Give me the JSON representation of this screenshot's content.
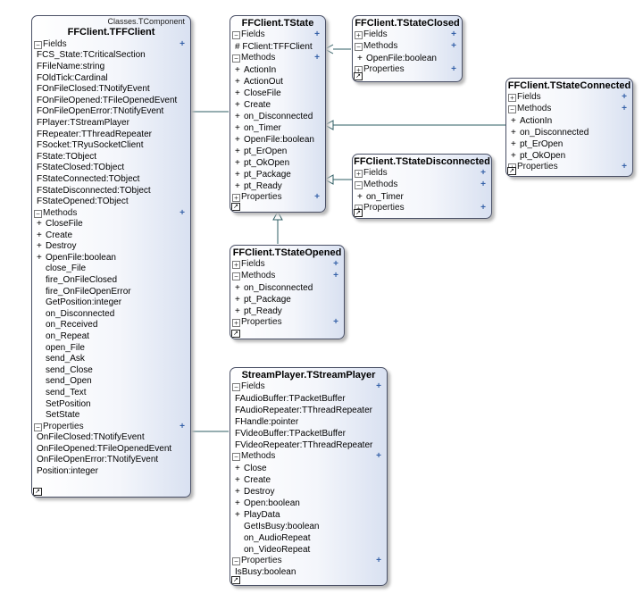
{
  "sections": {
    "fields": "Fields",
    "methods": "Methods",
    "properties": "Properties"
  },
  "icons": {
    "expand": "collapse-toggle-icon",
    "collapse": "expand-toggle-icon",
    "add": "add-member-icon"
  },
  "classes": {
    "tffclient": {
      "stereotype": "Classes.TComponent",
      "name": "FFClient.TFFClient",
      "fields": [
        "FCS_State:TCriticalSection",
        "FFileName:string",
        "FOldTick:Cardinal",
        "FOnFileClosed:TNotifyEvent",
        "FOnFileOpened:TFileOpenedEvent",
        "FOnFileOpenError:TNotifyEvent",
        "FPlayer:TStreamPlayer",
        "FRepeater:TThreadRepeater",
        "FSocket:TRyuSocketClient",
        "FState:TObject",
        "FStateClosed:TObject",
        "FStateConnected:TObject",
        "FStateDisconnected:TObject",
        "FStateOpened:TObject"
      ],
      "methods": [
        {
          "v": "+",
          "n": "CloseFile"
        },
        {
          "v": "+",
          "n": "Create"
        },
        {
          "v": "+",
          "n": "Destroy"
        },
        {
          "v": "+",
          "n": "OpenFile:boolean"
        },
        {
          "v": "",
          "n": "close_File"
        },
        {
          "v": "",
          "n": "fire_OnFileClosed"
        },
        {
          "v": "",
          "n": "fire_OnFileOpenError"
        },
        {
          "v": "",
          "n": "GetPosition:integer"
        },
        {
          "v": "",
          "n": "on_Disconnected"
        },
        {
          "v": "",
          "n": "on_Received"
        },
        {
          "v": "",
          "n": "on_Repeat"
        },
        {
          "v": "",
          "n": "open_File"
        },
        {
          "v": "",
          "n": "send_Ask"
        },
        {
          "v": "",
          "n": "send_Close"
        },
        {
          "v": "",
          "n": "send_Open"
        },
        {
          "v": "",
          "n": "send_Text"
        },
        {
          "v": "",
          "n": "SetPosition"
        },
        {
          "v": "",
          "n": "SetState"
        }
      ],
      "properties": [
        "OnFileClosed:TNotifyEvent",
        "OnFileOpened:TFileOpenedEvent",
        "OnFileOpenError:TNotifyEvent",
        "Position:integer"
      ]
    },
    "tstate": {
      "name": "FFClient.TState",
      "fields": [
        "# FClient:TFFClient"
      ],
      "methods": [
        {
          "v": "+",
          "n": "ActionIn"
        },
        {
          "v": "+",
          "n": "ActionOut"
        },
        {
          "v": "+",
          "n": "CloseFile"
        },
        {
          "v": "+",
          "n": "Create"
        },
        {
          "v": "+",
          "n": "on_Disconnected"
        },
        {
          "v": "+",
          "n": "on_Timer"
        },
        {
          "v": "+",
          "n": "OpenFile:boolean"
        },
        {
          "v": "+",
          "n": "pt_ErOpen"
        },
        {
          "v": "+",
          "n": "pt_OkOpen"
        },
        {
          "v": "+",
          "n": "pt_Package"
        },
        {
          "v": "+",
          "n": "pt_Ready"
        }
      ]
    },
    "tstateclosed": {
      "name": "FFClient.TStateClosed",
      "methods": [
        {
          "v": "+",
          "n": "OpenFile:boolean"
        }
      ]
    },
    "tstateconnected": {
      "name": "FFClient.TStateConnected",
      "methods": [
        {
          "v": "+",
          "n": "ActionIn"
        },
        {
          "v": "+",
          "n": "on_Disconnected"
        },
        {
          "v": "+",
          "n": "pt_ErOpen"
        },
        {
          "v": "+",
          "n": "pt_OkOpen"
        }
      ]
    },
    "tstatedisconnected": {
      "name": "FFClient.TStateDisconnected",
      "methods": [
        {
          "v": "+",
          "n": "on_Timer"
        }
      ]
    },
    "tstateopened": {
      "name": "FFClient.TStateOpened",
      "methods": [
        {
          "v": "+",
          "n": "on_Disconnected"
        },
        {
          "v": "+",
          "n": "pt_Package"
        },
        {
          "v": "+",
          "n": "pt_Ready"
        }
      ]
    },
    "tstreamplayer": {
      "name": "StreamPlayer.TStreamPlayer",
      "fields": [
        "FAudioBuffer:TPacketBuffer",
        "FAudioRepeater:TThreadRepeater",
        "FHandle:pointer",
        "FVideoBuffer:TPacketBuffer",
        "FVideoRepeater:TThreadRepeater"
      ],
      "methods": [
        {
          "v": "+",
          "n": "Close"
        },
        {
          "v": "+",
          "n": "Create"
        },
        {
          "v": "+",
          "n": "Destroy"
        },
        {
          "v": "+",
          "n": "Open:boolean"
        },
        {
          "v": "+",
          "n": "PlayData"
        },
        {
          "v": "",
          "n": "GetIsBusy:boolean"
        },
        {
          "v": "",
          "n": "on_AudioRepeat"
        },
        {
          "v": "",
          "n": "on_VideoRepeat"
        }
      ],
      "properties": [
        "IsBusy:boolean"
      ]
    }
  }
}
